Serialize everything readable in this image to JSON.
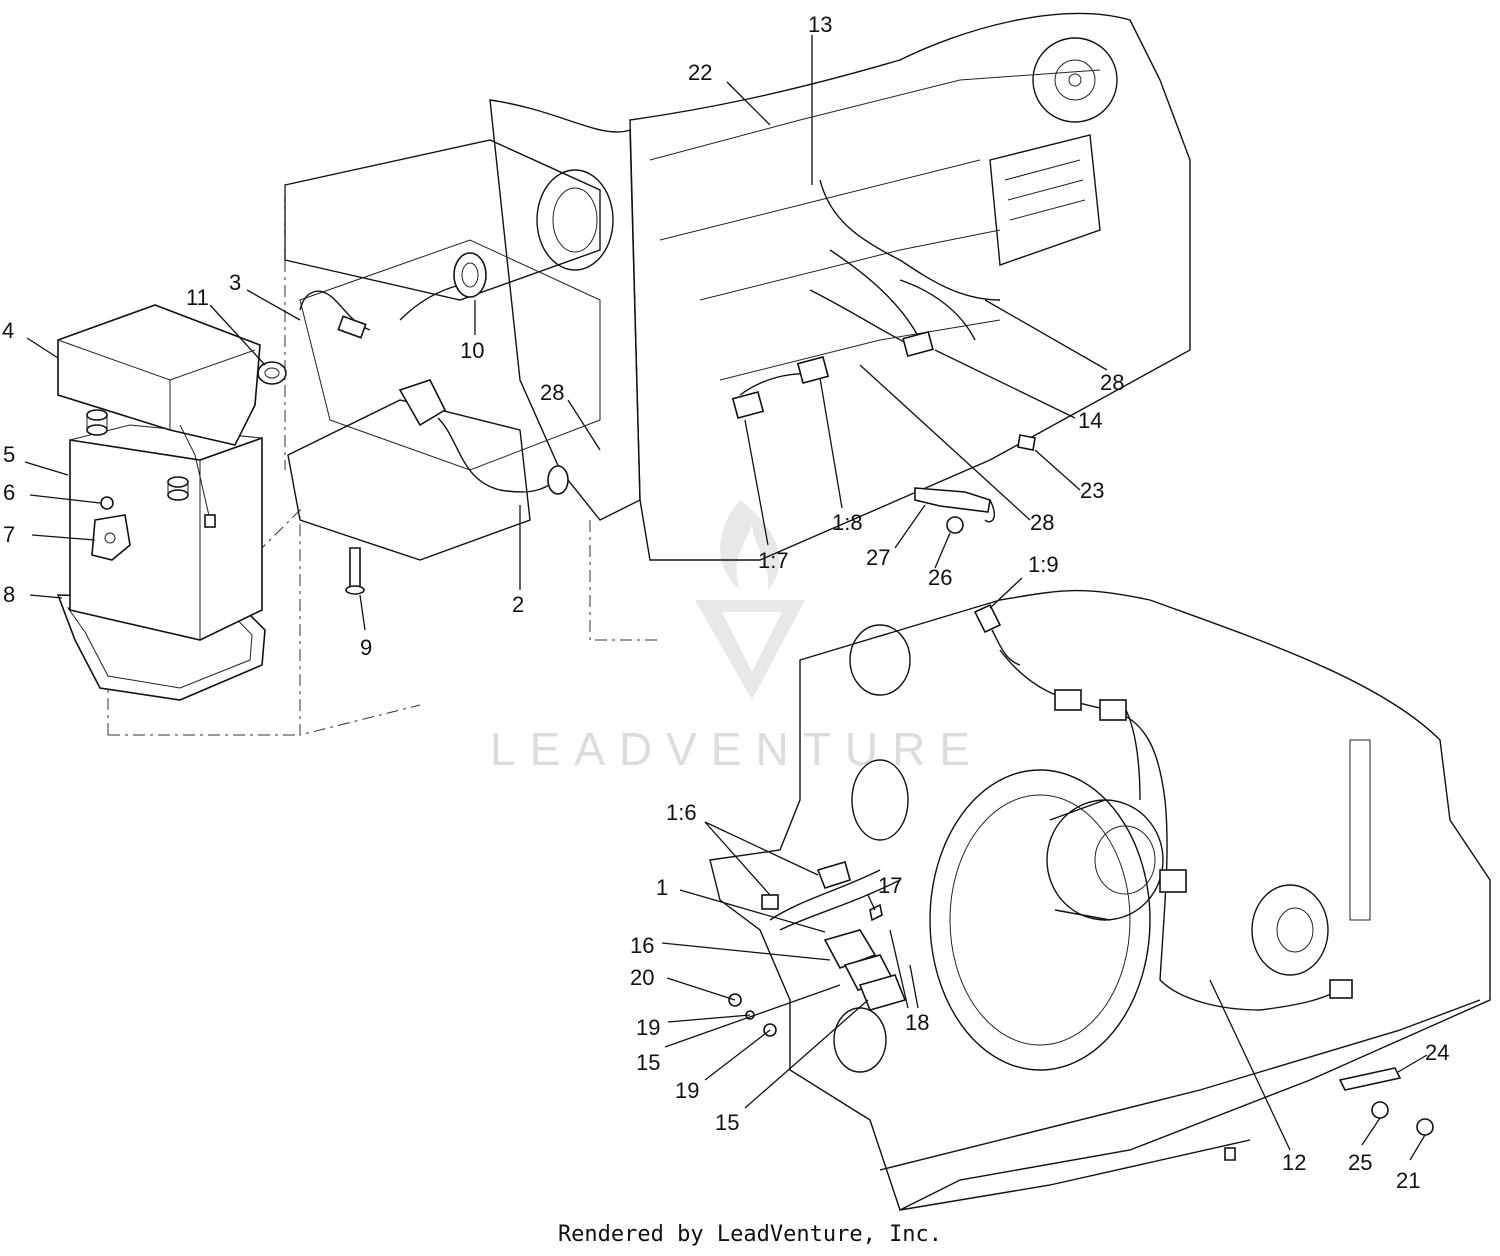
{
  "callouts": [
    {
      "id": "c-13",
      "text": "13"
    },
    {
      "id": "c-22",
      "text": "22"
    },
    {
      "id": "c-11",
      "text": "11"
    },
    {
      "id": "c-3",
      "text": "3"
    },
    {
      "id": "c-4",
      "text": "4"
    },
    {
      "id": "c-10",
      "text": "10"
    },
    {
      "id": "c-28a",
      "text": "28"
    },
    {
      "id": "c-28b",
      "text": "28"
    },
    {
      "id": "c-28c",
      "text": "28"
    },
    {
      "id": "c-14",
      "text": "14"
    },
    {
      "id": "c-23",
      "text": "23"
    },
    {
      "id": "c-5",
      "text": "5"
    },
    {
      "id": "c-6",
      "text": "6"
    },
    {
      "id": "c-7",
      "text": "7"
    },
    {
      "id": "c-8",
      "text": "8"
    },
    {
      "id": "c-9",
      "text": "9"
    },
    {
      "id": "c-2",
      "text": "2"
    },
    {
      "id": "c-1-7",
      "text": "1:7"
    },
    {
      "id": "c-1-8",
      "text": "1:8"
    },
    {
      "id": "c-27",
      "text": "27"
    },
    {
      "id": "c-26",
      "text": "26"
    },
    {
      "id": "c-1-9",
      "text": "1:9"
    },
    {
      "id": "c-1-6",
      "text": "1:6"
    },
    {
      "id": "c-1",
      "text": "1"
    },
    {
      "id": "c-17",
      "text": "17"
    },
    {
      "id": "c-16",
      "text": "16"
    },
    {
      "id": "c-20",
      "text": "20"
    },
    {
      "id": "c-19a",
      "text": "19"
    },
    {
      "id": "c-18",
      "text": "18"
    },
    {
      "id": "c-15a",
      "text": "15"
    },
    {
      "id": "c-19b",
      "text": "19"
    },
    {
      "id": "c-15b",
      "text": "15"
    },
    {
      "id": "c-24",
      "text": "24"
    },
    {
      "id": "c-12",
      "text": "12"
    },
    {
      "id": "c-25",
      "text": "25"
    },
    {
      "id": "c-21",
      "text": "21"
    }
  ],
  "watermark": "LEADVENTURE",
  "footer": "Rendered by LeadVenture, Inc."
}
